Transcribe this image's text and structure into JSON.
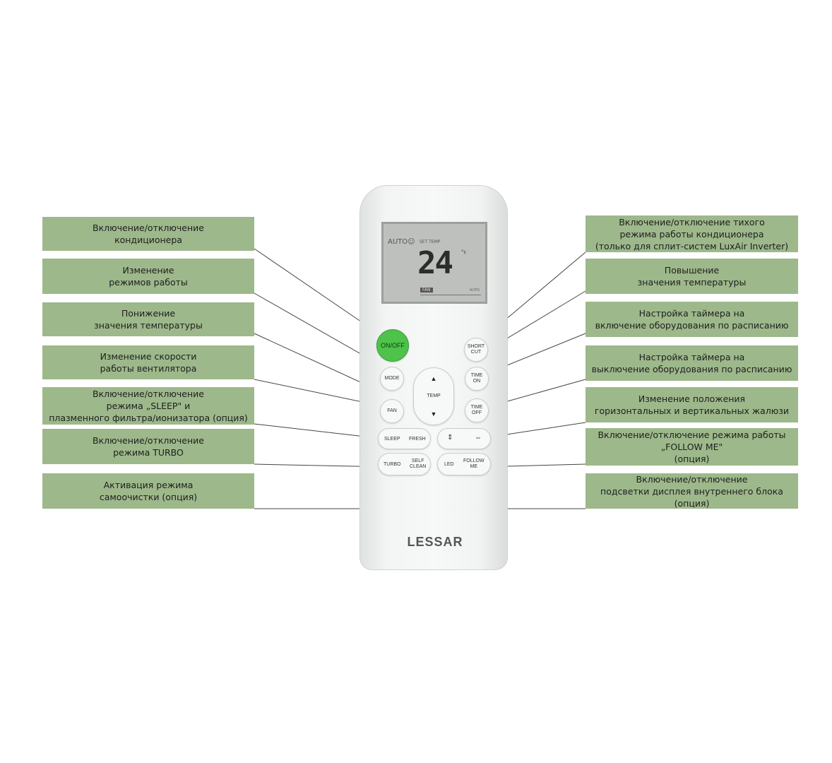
{
  "labels_left": [
    {
      "id": "onoff",
      "text": "Включение/отключение\nкондиционера"
    },
    {
      "id": "mode",
      "text": "Изменение\nрежимов работы"
    },
    {
      "id": "temp_down",
      "text": "Понижение\nзначения температуры"
    },
    {
      "id": "fan",
      "text": "Изменение скорости\nработы вентилятора"
    },
    {
      "id": "sleep",
      "text": "Включение/отключение\nрежима „SLEEP\" и\nплазменного фильтра/ионизатора (опция)"
    },
    {
      "id": "turbo",
      "text": "Включение/отключение\nрежима TURBO"
    },
    {
      "id": "selfclean",
      "text": "Активация режима\nсамоочистки (опция)"
    }
  ],
  "labels_right": [
    {
      "id": "shortcut",
      "text": "Включение/отключение тихого\nрежима работы кондиционера\n(только для сплит-систем LuxAir Inverter)"
    },
    {
      "id": "temp_up",
      "text": "Повышение\nзначения температуры"
    },
    {
      "id": "timer_on",
      "text": "Настройка таймера на\nвключение оборудования по расписанию"
    },
    {
      "id": "timer_off",
      "text": "Настройка таймера на\nвыключение оборудования по расписанию"
    },
    {
      "id": "swing",
      "text": "Изменение положения\nгоризонтальных и вертикальных жалюзи"
    },
    {
      "id": "follow_me",
      "text": "Включение/отключение режима работы\n„FOLLOW ME\"\n(опция)"
    },
    {
      "id": "led",
      "text": "Включение/отключение\nподсветки дисплея внутреннего блока\n(опция)"
    }
  ],
  "remote": {
    "brand": "LESSAR",
    "display": {
      "mode": "AUTO☺",
      "set_label": "SET TEMP",
      "temperature": "24",
      "unit": "°c",
      "fan_label": "FAN",
      "fan_mode": "AUTO"
    },
    "buttons": {
      "onoff": "ON/OFF",
      "shortcut": "SHORT\nCUT",
      "mode": "MODE",
      "temp": "TEMP",
      "time_on": "TIME\nON",
      "fan": "FAN",
      "time_off": "TIME\nOFF",
      "sleep": "SLEEP",
      "fresh": "FRESH",
      "turbo": "TURBO",
      "self_clean": "SELF\nCLEAN",
      "led": "LED",
      "follow_me": "FOLLOW\nME"
    }
  },
  "colors": {
    "label_bg": "#9db88a",
    "onoff_button": "#4ec24a",
    "leader_line": "#444444"
  }
}
